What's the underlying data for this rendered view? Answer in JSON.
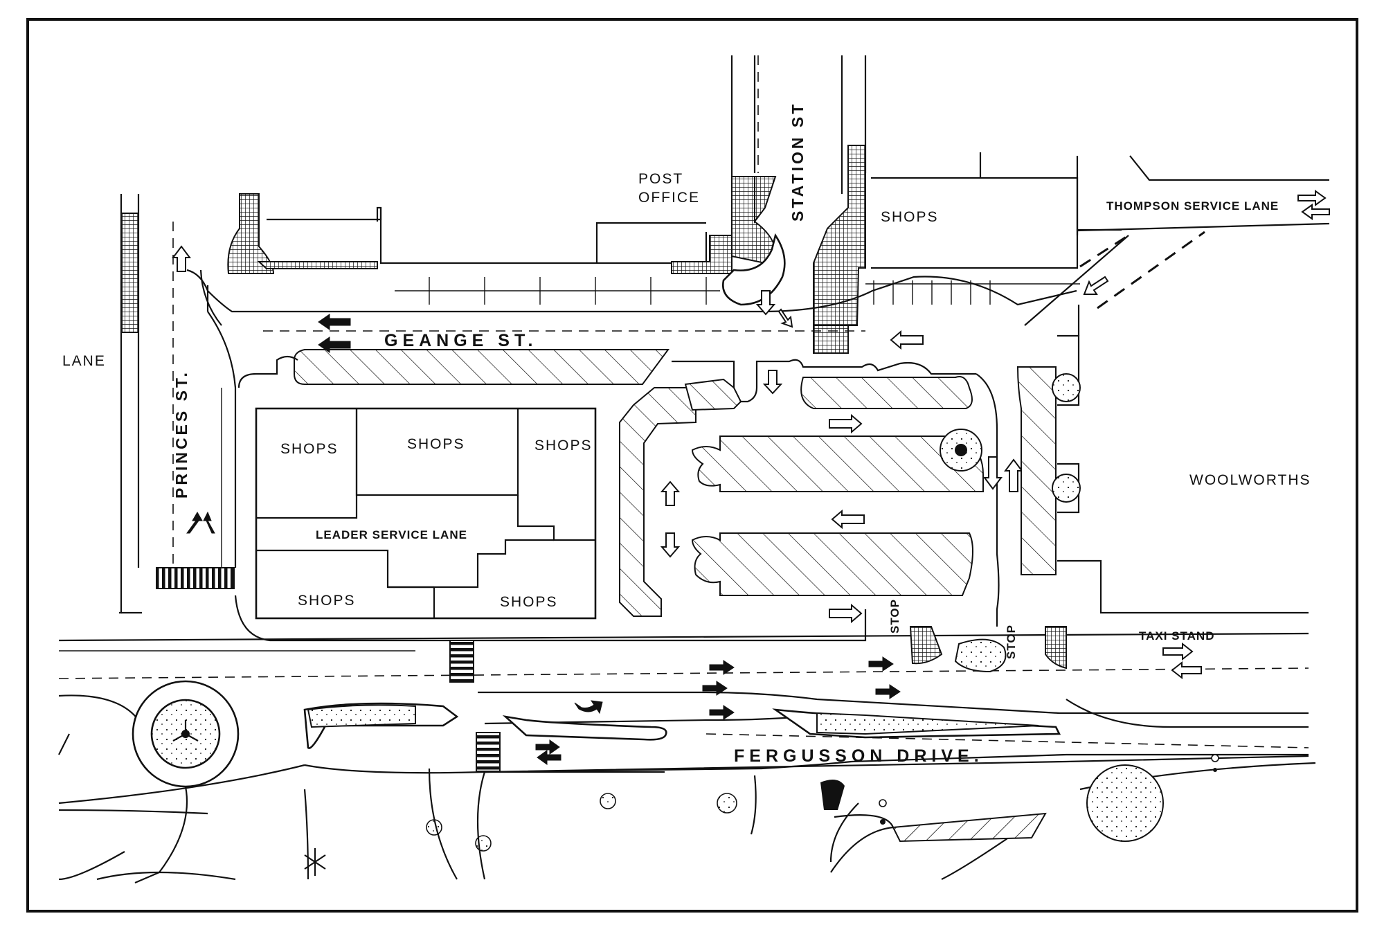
{
  "map": {
    "labels": {
      "post_office_1": "POST",
      "post_office_2": "OFFICE",
      "station_st": "STATION ST",
      "shops_station": "SHOPS",
      "thompson_lane": "THOMPSON SERVICE LANE",
      "lane": "LANE",
      "princes_st": "PRINCES ST.",
      "geange_st": "GEANGE ST.",
      "shops_1": "SHOPS",
      "shops_2": "SHOPS",
      "shops_3": "SHOPS",
      "leader_lane": "LEADER SERVICE LANE",
      "shops_4": "SHOPS",
      "shops_5": "SHOPS",
      "woolworths": "WOOLWORTHS",
      "taxi_stand": "TAXI STAND",
      "fergusson_drive": "FERGUSSON DRIVE.",
      "stop_1": "STOP",
      "stop_2": "STOP"
    },
    "colors": {
      "ink": "#111111",
      "paper": "#ffffff"
    },
    "icons": [
      "arrow-icon",
      "tree-icon",
      "roundabout-icon",
      "pedestrian-crossing-icon"
    ]
  }
}
